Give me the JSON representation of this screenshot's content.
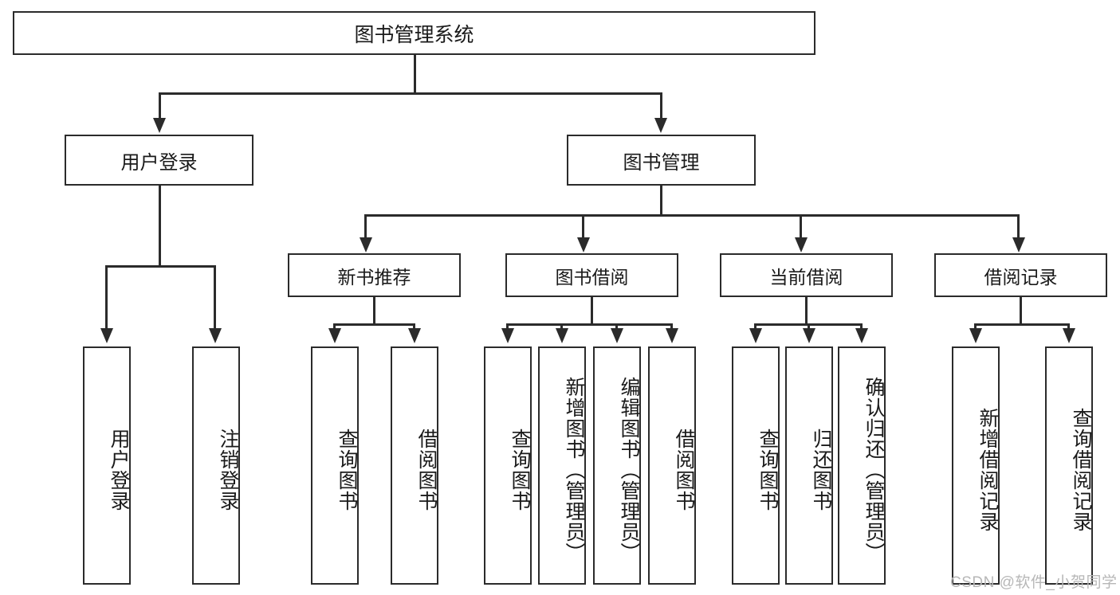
{
  "diagram": {
    "title": "图书管理系统",
    "type": "tree-hierarchy",
    "root": {
      "label": "图书管理系统"
    },
    "level2": [
      {
        "label": "用户登录"
      },
      {
        "label": "图书管理"
      }
    ],
    "level3": [
      {
        "label": "新书推荐"
      },
      {
        "label": "图书借阅"
      },
      {
        "label": "当前借阅"
      },
      {
        "label": "借阅记录"
      }
    ],
    "leaves": {
      "user_login": [
        {
          "label": "用户登录"
        },
        {
          "label": "注销登录"
        }
      ],
      "new_book_recommend": [
        {
          "label": "查询图书"
        },
        {
          "label": "借阅图书"
        }
      ],
      "book_borrow": [
        {
          "label": "查询图书"
        },
        {
          "label": "新增图书（管理员）"
        },
        {
          "label": "编辑图书（管理员）"
        },
        {
          "label": "借阅图书"
        }
      ],
      "current_borrow": [
        {
          "label": "查询图书"
        },
        {
          "label": "归还图书"
        },
        {
          "label": "确认归还（管理员）"
        }
      ],
      "borrow_record": [
        {
          "label": "新增借阅记录"
        },
        {
          "label": "查询借阅记录"
        }
      ]
    }
  },
  "watermark": {
    "text": "CSDN @软件_小贺同学"
  },
  "colors": {
    "stroke": "#2b2b2b",
    "background": "#ffffff",
    "text": "#1a1a1a",
    "watermark": "#b7b7b7"
  }
}
